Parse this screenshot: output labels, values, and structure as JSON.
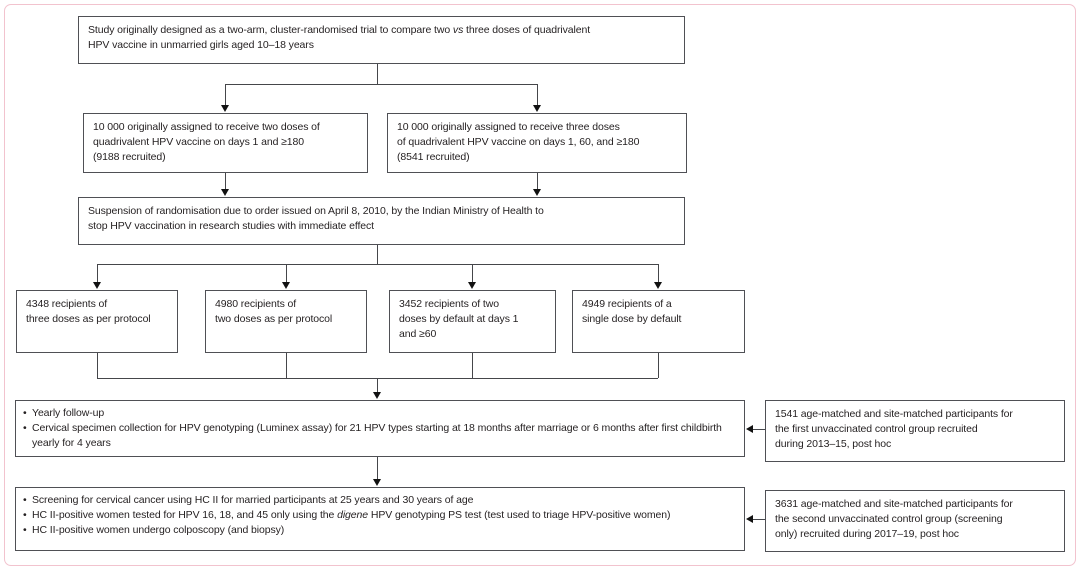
{
  "palette": {
    "outer_border": "#f2c3ce",
    "box_border": "#4f5055",
    "connector": "#45464a",
    "text": "#231f20"
  },
  "glyphs": {
    "bullet": "•"
  },
  "boxes": {
    "design": {
      "line1_pre": "Study originally designed as a two-arm, cluster-randomised trial to compare two ",
      "line1_it": "vs",
      "line1_post": " three doses of quadrivalent",
      "line2": "HPV vaccine in unmarried girls aged 10–18 years"
    },
    "two_dose_arm": {
      "lines": [
        "10 000 originally assigned to receive two doses of",
        "quadrivalent HPV vaccine on days 1 and ≥180",
        "(9188 recruited)"
      ]
    },
    "three_dose_arm": {
      "lines": [
        "10 000 originally assigned to receive three doses",
        "of quadrivalent HPV vaccine on days 1, 60, and ≥180",
        "(8541 recruited)"
      ]
    },
    "suspension": {
      "lines": [
        "Suspension of randomisation due to order issued on April 8, 2010, by the Indian Ministry of Health to",
        "stop HPV vaccination in research studies with immediate effect"
      ]
    },
    "three_dose_protocol": {
      "lines": [
        "4348 recipients of",
        "three doses as per protocol"
      ]
    },
    "two_dose_protocol": {
      "lines": [
        "4980 recipients of",
        "two doses as per protocol"
      ]
    },
    "two_dose_default": {
      "lines": [
        "3452 recipients of two",
        "doses by default at days 1",
        "and ≥60"
      ]
    },
    "single_dose_default": {
      "lines": [
        "4949 recipients of a",
        "single dose by default"
      ]
    },
    "follow_up": {
      "bullets": [
        {
          "pre": "Yearly follow-up",
          "it": "",
          "post": ""
        },
        {
          "pre": "Cervical specimen collection for HPV genotyping (Luminex assay) for 21 HPV types starting at 18 months after marriage or 6 months after first childbirth yearly for 4 years",
          "it": "",
          "post": ""
        }
      ]
    },
    "first_control": {
      "lines": [
        "1541 age-matched and site-matched participants for",
        "the first unvaccinated control group recruited",
        "during 2013–15, post hoc"
      ]
    },
    "screening": {
      "bullets": [
        {
          "pre": "Screening for cervical cancer using HC II for married participants at 25 years and 30 years of age",
          "it": "",
          "post": ""
        },
        {
          "pre": "HC II-positive women tested for HPV 16, 18, and 45 only using the ",
          "it": "digene",
          "post": " HPV genotyping PS test (test used to triage HPV-positive women)"
        },
        {
          "pre": "HC II-positive women undergo colposcopy (and biopsy)",
          "it": "",
          "post": ""
        }
      ]
    },
    "second_control": {
      "lines": [
        "3631 age-matched and site-matched participants for",
        "the second unvaccinated control group (screening",
        "only) recruited during 2017–19, post hoc"
      ]
    }
  }
}
